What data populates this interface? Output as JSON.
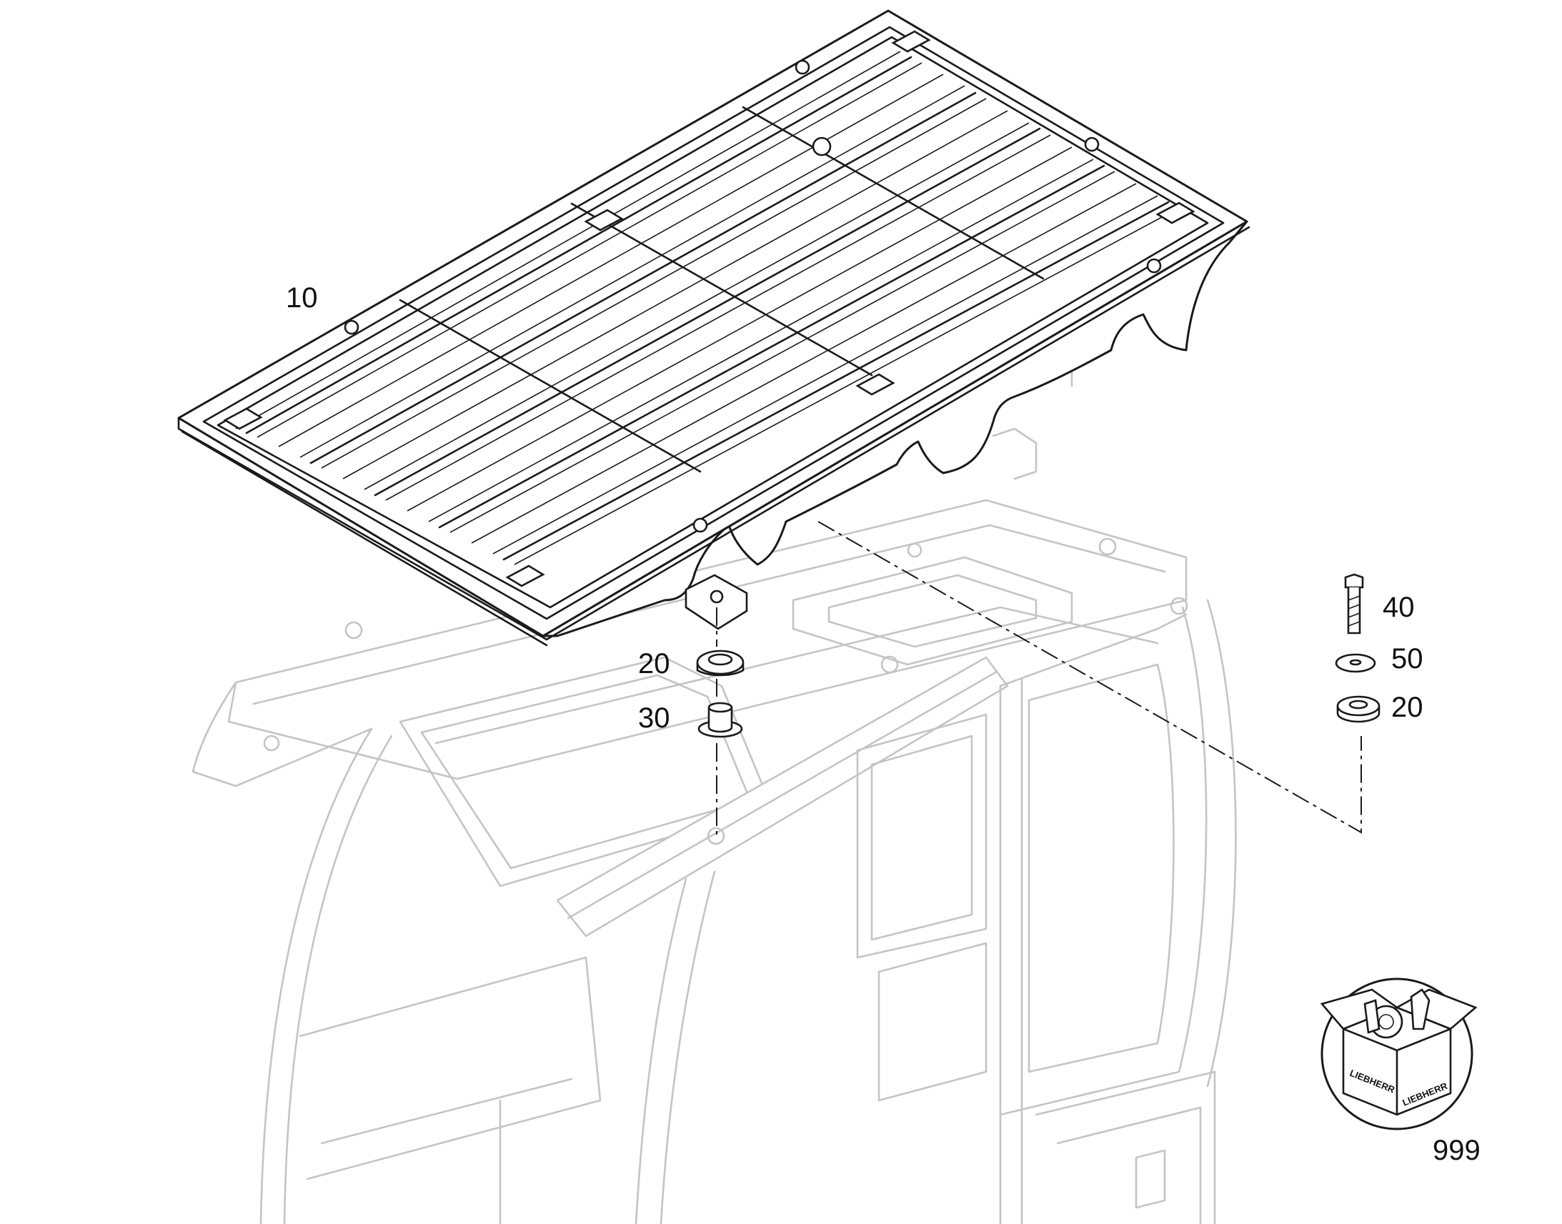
{
  "callouts": {
    "roof_panel": "10",
    "rubber_buffer_left": "20",
    "spacer_sleeve": "30",
    "screw": "40",
    "washer": "50",
    "rubber_buffer_right": "20",
    "kit": "999"
  },
  "kit_badge": {
    "brand_text": "LIEBHERR"
  }
}
